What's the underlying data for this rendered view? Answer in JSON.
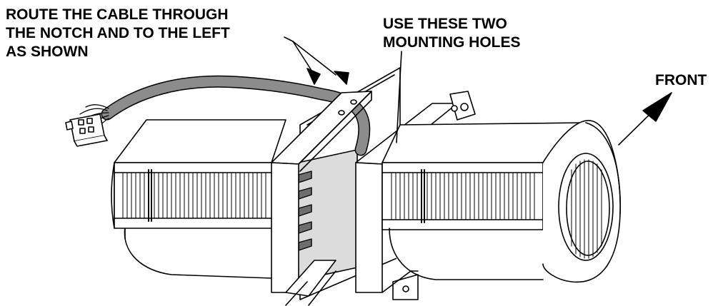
{
  "labels": {
    "cable_route": [
      "ROUTE THE CABLE THROUGH",
      "THE NOTCH AND TO THE LEFT",
      "AS SHOWN"
    ],
    "mounting_holes": [
      "USE THESE TWO",
      "MOUNTING HOLES"
    ],
    "front": "FRONT"
  },
  "colors": {
    "line": "#000000",
    "fill": "#ffffff",
    "cable": "#8c8c8c",
    "panel": "#dcdcdc",
    "shadow": "#6e6e6e"
  }
}
